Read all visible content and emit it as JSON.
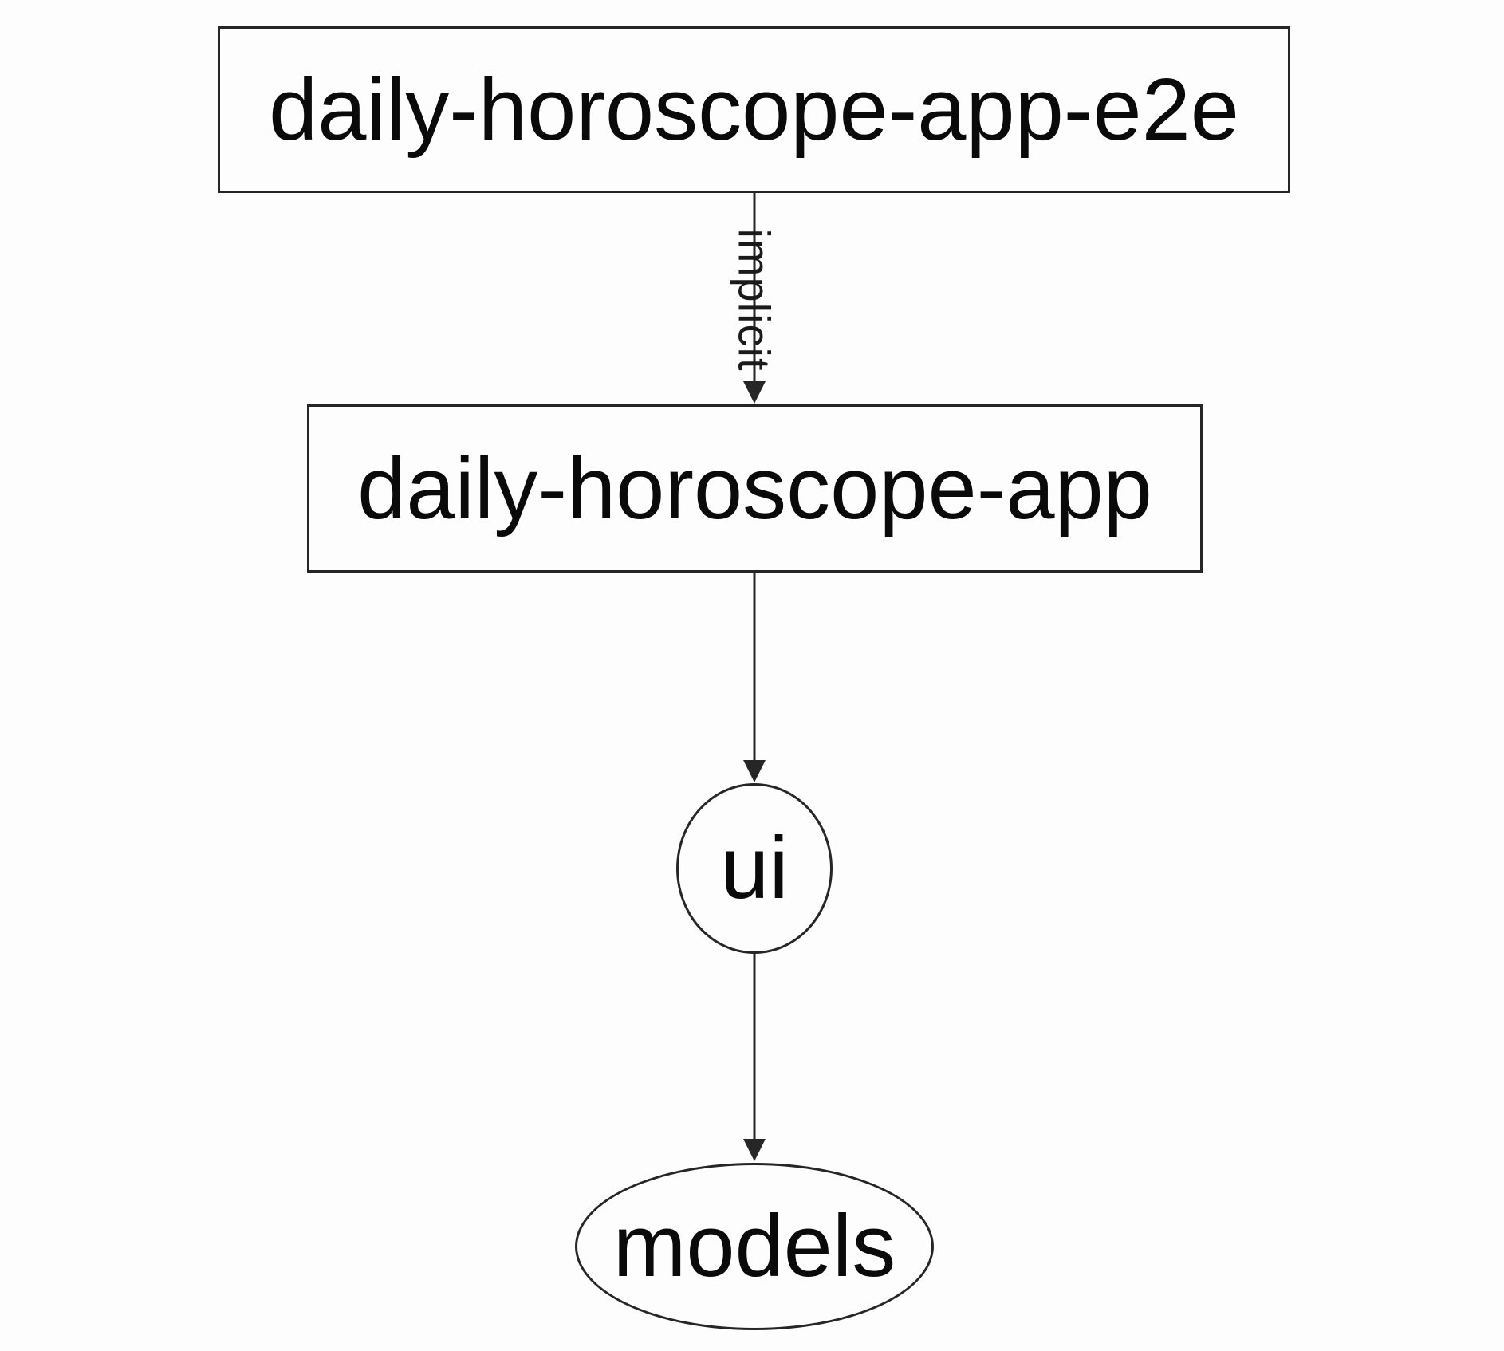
{
  "colors": {
    "background": "#fdfdfd",
    "stroke": "#262626",
    "text": "#0a0a0a"
  },
  "nodes": [
    {
      "id": "daily-horoscope-app-e2e",
      "label": "daily-horoscope-app-e2e",
      "shape": "rectangle"
    },
    {
      "id": "daily-horoscope-app",
      "label": "daily-horoscope-app",
      "shape": "rectangle"
    },
    {
      "id": "ui",
      "label": "ui",
      "shape": "circle"
    },
    {
      "id": "models",
      "label": "models",
      "shape": "ellipse"
    }
  ],
  "edges": [
    {
      "from": "daily-horoscope-app-e2e",
      "to": "daily-horoscope-app",
      "label": "implicit",
      "direction": "down"
    },
    {
      "from": "daily-horoscope-app",
      "to": "ui",
      "label": "",
      "direction": "down"
    },
    {
      "from": "ui",
      "to": "models",
      "label": "",
      "direction": "down"
    }
  ]
}
